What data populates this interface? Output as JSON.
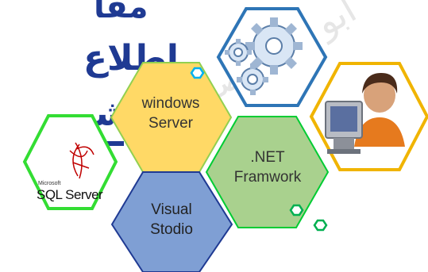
{
  "arabic_heading": {
    "line1": "مقا",
    "line2": "اطلاع",
    "line3": "شـ"
  },
  "watermark": "ابو علي صالح",
  "hexagons": {
    "windows": {
      "line1": "windows",
      "line2": "Server",
      "fill": "#ffd966",
      "stroke": "#92d050"
    },
    "dotnet": {
      "line1": ".NET",
      "line2": "Framwork",
      "fill": "#a9d18e",
      "stroke": "#00cc33"
    },
    "visual": {
      "line1": "Visual",
      "line2": "Stodio",
      "fill": "#7f9fd4",
      "stroke": "#1f3a93"
    },
    "sql": {
      "logo_small": "Microsoft",
      "logo_text": "SQL Server",
      "stroke": "#33dd33"
    },
    "gears": {
      "icon": "gears-icon",
      "stroke": "#2e75b6"
    },
    "user": {
      "icon": "computer-user-icon",
      "stroke": "#f0b400"
    }
  },
  "colors": {
    "small_hex_cyan": "#00b0f0",
    "small_hex_green": "#00b050",
    "heading": "#1f3a93"
  }
}
